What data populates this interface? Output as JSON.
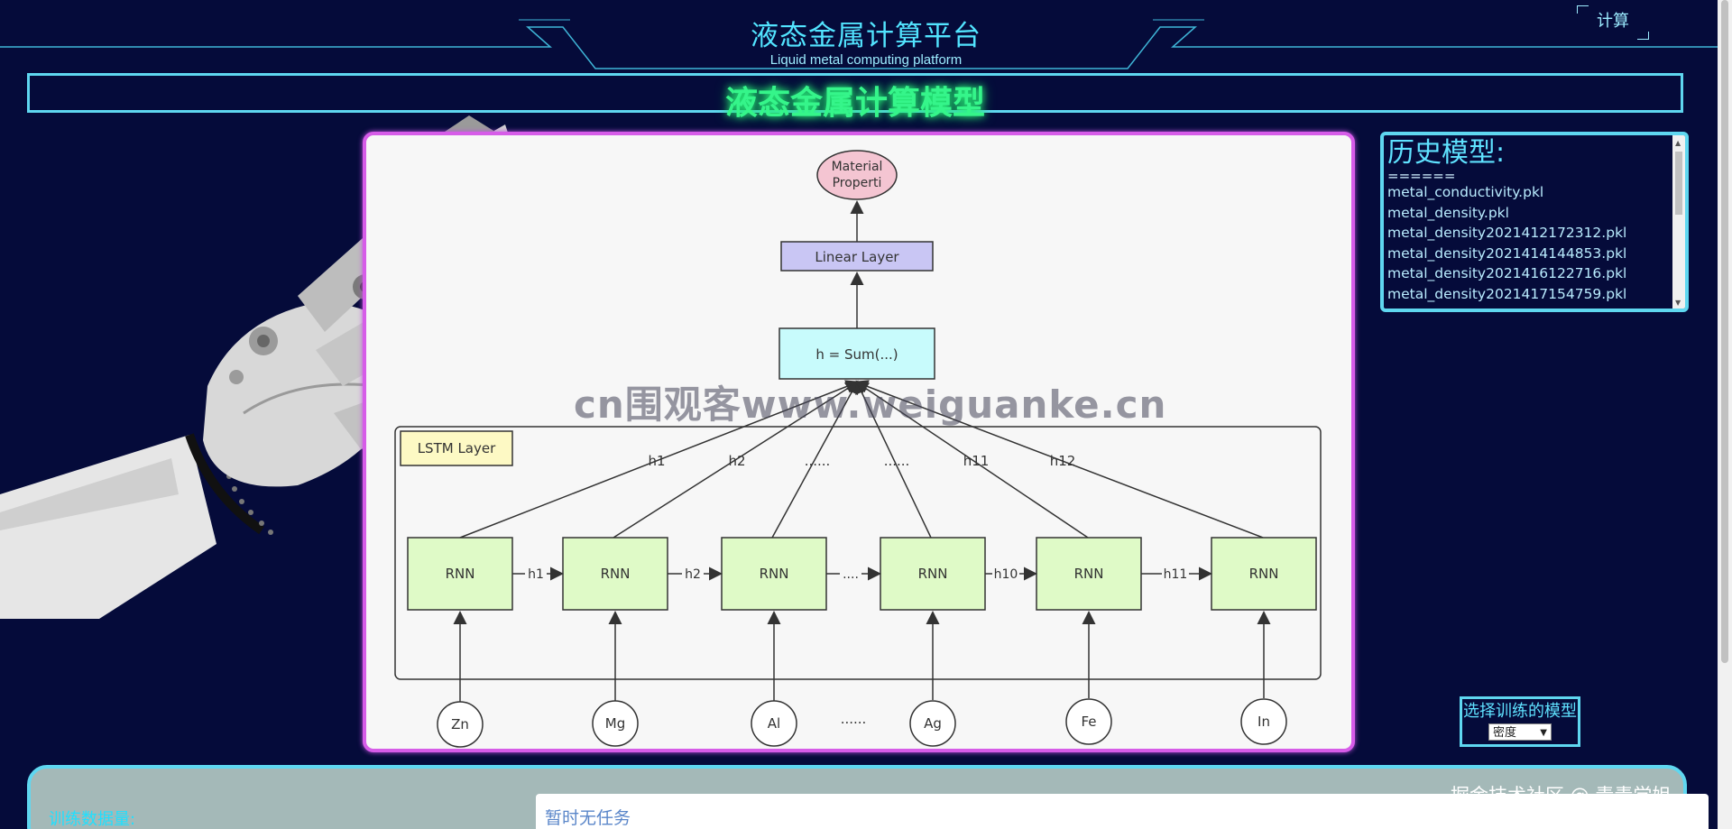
{
  "header": {
    "title": "液态金属计算平台",
    "subtitle": "Liquid metal computing platform",
    "calc_button": "计算"
  },
  "banner": {
    "title": "液态金属计算模型"
  },
  "diagram": {
    "output_node": [
      "Material",
      "Properti"
    ],
    "linear_layer": "Linear Layer",
    "sum_node": "h = Sum(...)",
    "lstm_layer": "LSTM Layer",
    "rnn_label": "RNN",
    "hidden_labels_up": [
      "h1",
      "h2",
      "......",
      "......",
      "h11",
      "h12"
    ],
    "hidden_labels_chain": [
      "h1",
      "h2",
      "....",
      "h10",
      "h11"
    ],
    "inputs": [
      "Zn",
      "Mg",
      "Al",
      "Ag",
      "Fe",
      "In"
    ],
    "input_ellipsis": "......"
  },
  "history": {
    "title": "历史模型:",
    "divider": "======",
    "items": [
      "metal_conductivity.pkl",
      "metal_density.pkl",
      "metal_density2021412172312.pkl",
      "metal_density2021414144853.pkl",
      "metal_density2021416122716.pkl",
      "metal_density2021417154759.pkl"
    ]
  },
  "model_select": {
    "label": "选择训练的模型",
    "selected": "密度"
  },
  "training": {
    "label": "训练数据量:",
    "task_status": "暂时无任务"
  },
  "watermarks": {
    "center": "cn围观客www.weiguanke.cn",
    "corner": "掘金技术社区 @ 青青学姐"
  },
  "colors": {
    "background": "#050b3a",
    "accent": "#5fd7f0",
    "banner_text": "#35f58a",
    "card_border": "#d65ce8"
  }
}
